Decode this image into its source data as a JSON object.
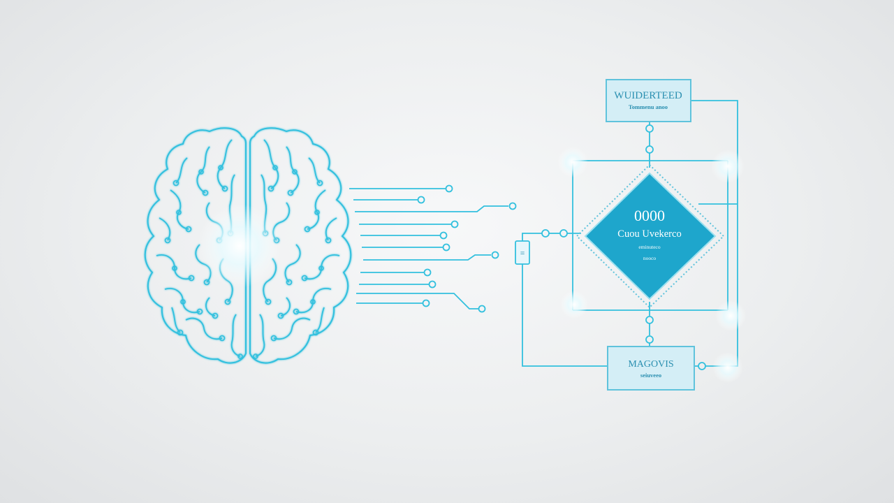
{
  "colors": {
    "line": "#32c0de",
    "line_dark": "#2aa6c6",
    "box_fill": "#d4eef6",
    "box_border": "#5fc3dc",
    "diamond_fill": "#1ea6cc",
    "glow": "#ffffff"
  },
  "top_box": {
    "title": "WUIDERTEED",
    "subtitle": "Tommenu anoo"
  },
  "diamond": {
    "code": "0000",
    "title": "Cuou Uvekerco",
    "line1": "eminuteco",
    "line2": "nooco"
  },
  "bottom_box": {
    "title": "MAGOVIS",
    "subtitle": "seiuveeo"
  },
  "side_connector": {
    "label": "="
  }
}
